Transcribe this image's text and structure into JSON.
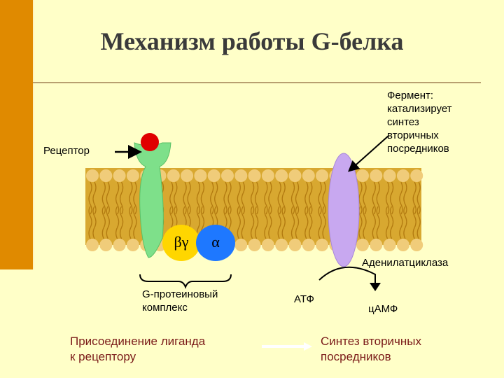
{
  "title": "Механизм работы G-белка",
  "labels": {
    "receptor": "Рецептор",
    "enzyme_line1": "Фермент:",
    "enzyme_line2": "катализирует",
    "enzyme_line3": "синтез",
    "enzyme_line4": "вторичных",
    "enzyme_line5": "посредников",
    "beta_gamma": "βγ",
    "alpha": "α",
    "adenylate_cyclase": "Аденилатциклаза",
    "g_protein_line1": "G-протеиновый",
    "g_protein_line2": "комплекс",
    "atp": "АТФ",
    "camp": "цАМФ",
    "ligand_line1": "Присоединение лиганда",
    "ligand_line2": "к рецептору",
    "synthesis_line1": "Синтез вторичных",
    "synthesis_line2": "посредников"
  },
  "colors": {
    "background": "#ffffc8",
    "left_bar": "#e08a00",
    "membrane": "#d8a830",
    "lipid_head": "#f0cc7a",
    "receptor": "#7ee08a",
    "ligand": "#e00000",
    "beta_gamma_subunit": "#ffd600",
    "alpha_subunit": "#1e78ff",
    "adenylate_cyclase": "#c8a8f0",
    "bottom_text": "#7a1a18"
  }
}
